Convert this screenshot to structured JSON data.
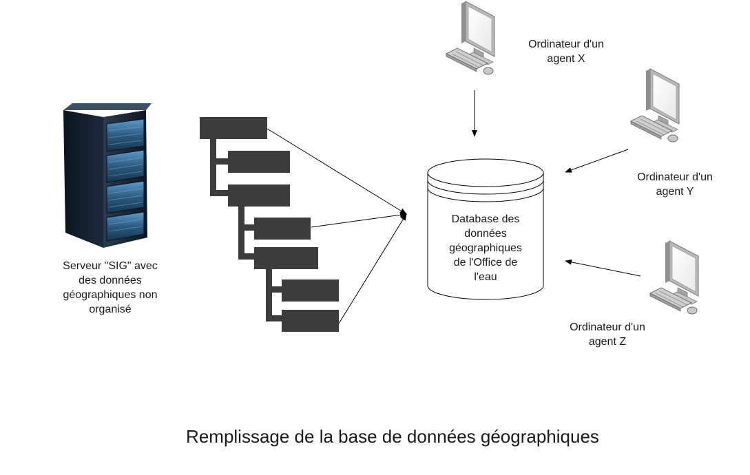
{
  "nodes": {
    "server": {
      "label": "Serveur \"SIG\" avec\ndes données\ngéographiques non\norganisé",
      "icon": "server-rack-icon"
    },
    "database": {
      "label": "Database des\ndonnées\ngéographiques\nde l'Office de\nl'eau",
      "icon": "database-cylinder-icon"
    },
    "agent_x": {
      "label": "Ordinateur d'un\nagent X",
      "icon": "computer-icon"
    },
    "agent_y": {
      "label": "Ordinateur d'un\nagent Y",
      "icon": "computer-icon"
    },
    "agent_z": {
      "label": "Ordinateur d'un\nagent Z",
      "icon": "computer-icon"
    }
  },
  "tree": {
    "icon": "folder-tree-icon",
    "node_count": 7
  },
  "edges": [
    {
      "from": "tree",
      "to": "database"
    },
    {
      "from": "agent_x",
      "to": "database"
    },
    {
      "from": "agent_y",
      "to": "database"
    },
    {
      "from": "agent_z",
      "to": "database"
    }
  ],
  "footer": {
    "title": "Remplissage de la base de données géographiques"
  },
  "colors": {
    "tree_block": "#3c3c3c",
    "server_body": "#1d2a3a",
    "server_accent": "#4a86b8",
    "monitor_frame": "#d0d0d0",
    "line": "#000000"
  }
}
